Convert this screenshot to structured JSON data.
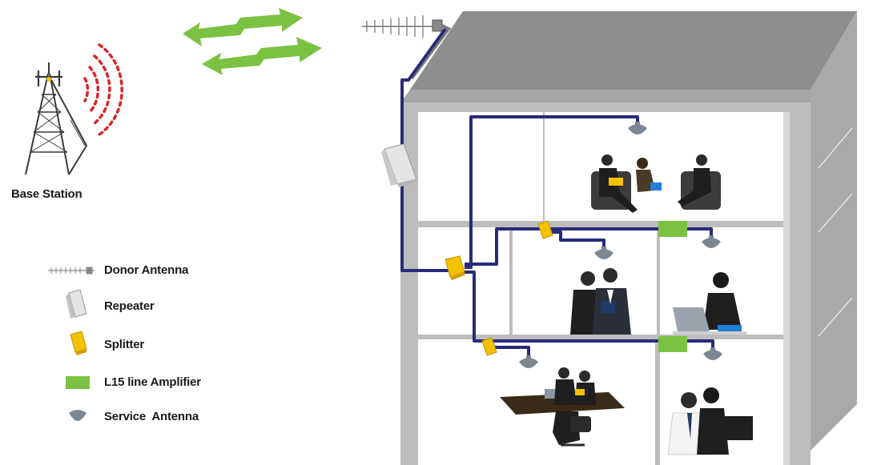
{
  "base_station": {
    "label": "Base Station"
  },
  "legend": {
    "items": [
      {
        "icon": "donor-antenna-icon",
        "label": "Donor Antenna"
      },
      {
        "icon": "repeater-icon",
        "label": "Repeater"
      },
      {
        "icon": "splitter-icon",
        "label": "Splitter"
      },
      {
        "icon": "amplifier-icon",
        "label": "L15 line Amplifier"
      },
      {
        "icon": "service-antenna-icon",
        "label": "Service  Antenna"
      }
    ]
  },
  "colors": {
    "cable": "#2a2a7a",
    "amplifier": "#7cc242",
    "splitter": "#f2c100",
    "signal_arrow": "#7cc242",
    "radio_waves": "#d9262c",
    "building_roof": "#8f8f8f",
    "building_wall": "#bdbdbd"
  }
}
